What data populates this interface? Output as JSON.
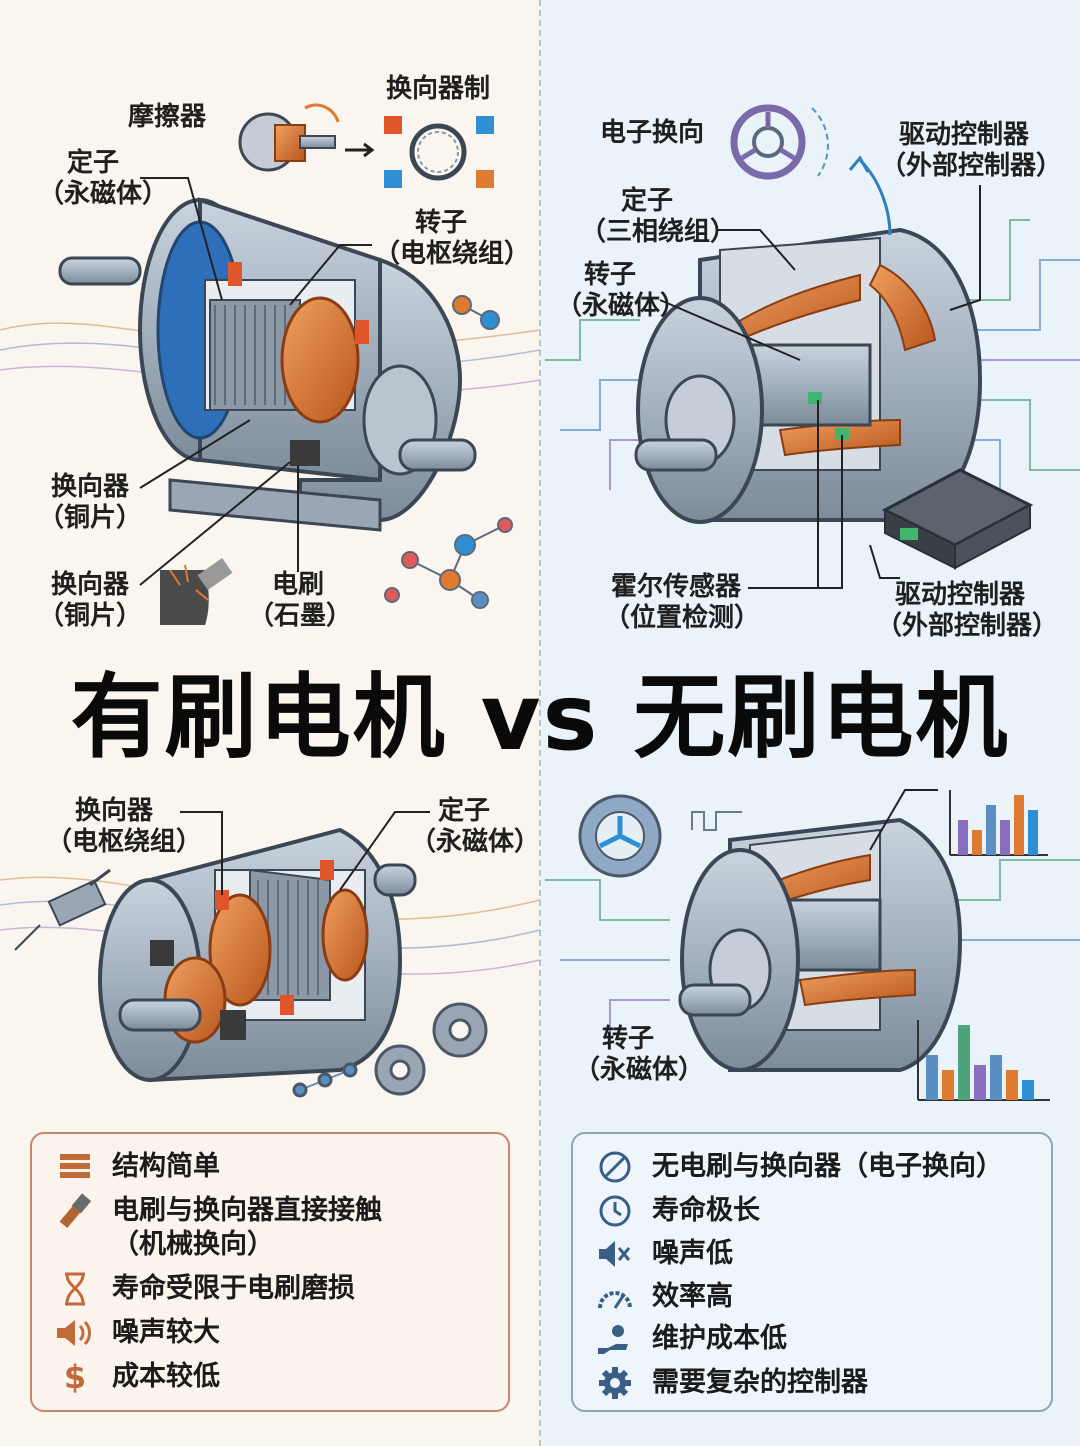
{
  "title": "有刷电机 vs 无刷电机",
  "colors": {
    "copper": "#d9763a",
    "steel": "#aab6c4",
    "steel_dark": "#5c6b7a",
    "brushed_border": "#c8876a",
    "brushless_border": "#8ea5bb",
    "title": "#0a0a0a"
  },
  "brushed_top": {
    "friction_label": "摩擦器",
    "commutation_label": "换向器制",
    "stator_label": [
      "定子",
      "（永磁体）"
    ],
    "rotor_label": [
      "转子",
      "（电枢绕组）"
    ],
    "commutator_label_1": [
      "换向器",
      "（铜片）"
    ],
    "commutator_label_2": [
      "换向器",
      "（铜片）"
    ],
    "brush_label": [
      "电刷",
      "（石墨）"
    ]
  },
  "brushless_top": {
    "electronic_commutation_label": "电子换向",
    "controller_label_top": [
      "驱动控制器",
      "（外部控制器）"
    ],
    "stator_label": [
      "定子",
      "（三相绕组）"
    ],
    "rotor_label": [
      "转子",
      "（永磁体）"
    ],
    "hall_sensor_label": [
      "霍尔传感器",
      "（位置检测）"
    ],
    "controller_label_bottom": [
      "驱动控制器",
      "（外部控制器）"
    ]
  },
  "brushed_bottom": {
    "commutator_label": [
      "换向器",
      "（电枢绕组）"
    ],
    "stator_label": [
      "定子",
      "（永磁体）"
    ]
  },
  "brushless_bottom": {
    "rotor_label": [
      "转子",
      "（永磁体）"
    ]
  },
  "brushed_features": [
    {
      "icon": "layers-icon",
      "text": "结构简单"
    },
    {
      "icon": "brush-icon",
      "text": "电刷与换向器直接接触",
      "text2": "（机械换向）"
    },
    {
      "icon": "hourglass-icon",
      "text": "寿命受限于电刷磨损"
    },
    {
      "icon": "speaker-loud-icon",
      "text": "噪声较大"
    },
    {
      "icon": "dollar-icon",
      "text": "成本较低"
    }
  ],
  "brushless_features": [
    {
      "icon": "no-icon",
      "text": "无电刷与换向器（电子换向）"
    },
    {
      "icon": "clock-icon",
      "text": "寿命极长"
    },
    {
      "icon": "speaker-mute-icon",
      "text": "噪声低"
    },
    {
      "icon": "gauge-icon",
      "text": "效率高"
    },
    {
      "icon": "maintenance-icon",
      "text": "维护成本低"
    },
    {
      "icon": "gear-icon",
      "text": "需要复杂的控制器"
    }
  ]
}
